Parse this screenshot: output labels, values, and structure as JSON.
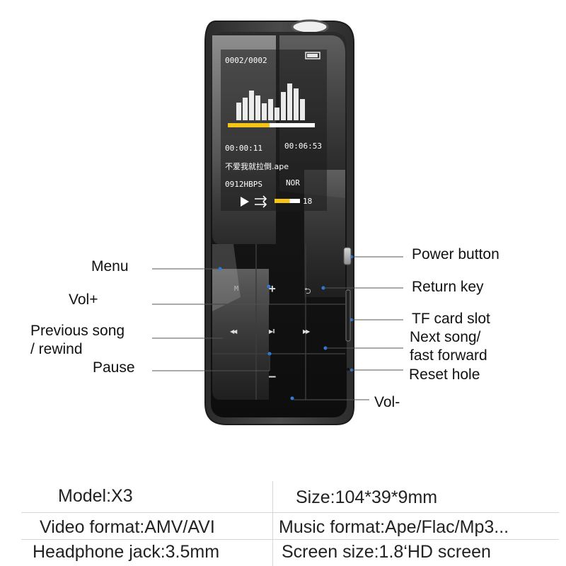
{
  "device": {
    "screen": {
      "track_counter": "0002/0002",
      "time_elapsed": "00:00:11",
      "time_total": "00:06:53",
      "song_title": "不爱我就拉倒.ape",
      "bitrate": "0912HBPS",
      "eq_mode": "NOR",
      "volume_value": "18",
      "progress_fraction": 0.48,
      "volume_fraction": 0.6
    },
    "keys": {
      "menu_key": "M",
      "vol_up_key": "+",
      "vol_down_key": "–",
      "return_key": "⮌",
      "prev_key": "◀◀",
      "play_key": "▶II",
      "next_key": "▶▶"
    }
  },
  "callouts": {
    "menu": "Menu",
    "vol_plus": "Vol+",
    "prev_line1": "Previous song",
    "prev_line2": "/ rewind",
    "pause": "Pause",
    "power": "Power button",
    "return_key": "Return key",
    "tf_slot": "TF card slot",
    "next_line1": "Next song/",
    "next_line2": "fast forward",
    "reset": "Reset hole",
    "vol_minus": "Vol-"
  },
  "specs": {
    "model": "Model:X3",
    "size": "Size:104*39*9mm",
    "video": "Video format:AMV/AVI",
    "music": "Music format:Ape/Flac/Mp3...",
    "jack": "Headphone jack:3.5mm",
    "screen": "Screen size:1.8‘HD screen"
  },
  "colors": {
    "accent_dot": "#2f7de1",
    "progress_yellow": "#f5c518",
    "body_frame": "#3a3a3a"
  }
}
